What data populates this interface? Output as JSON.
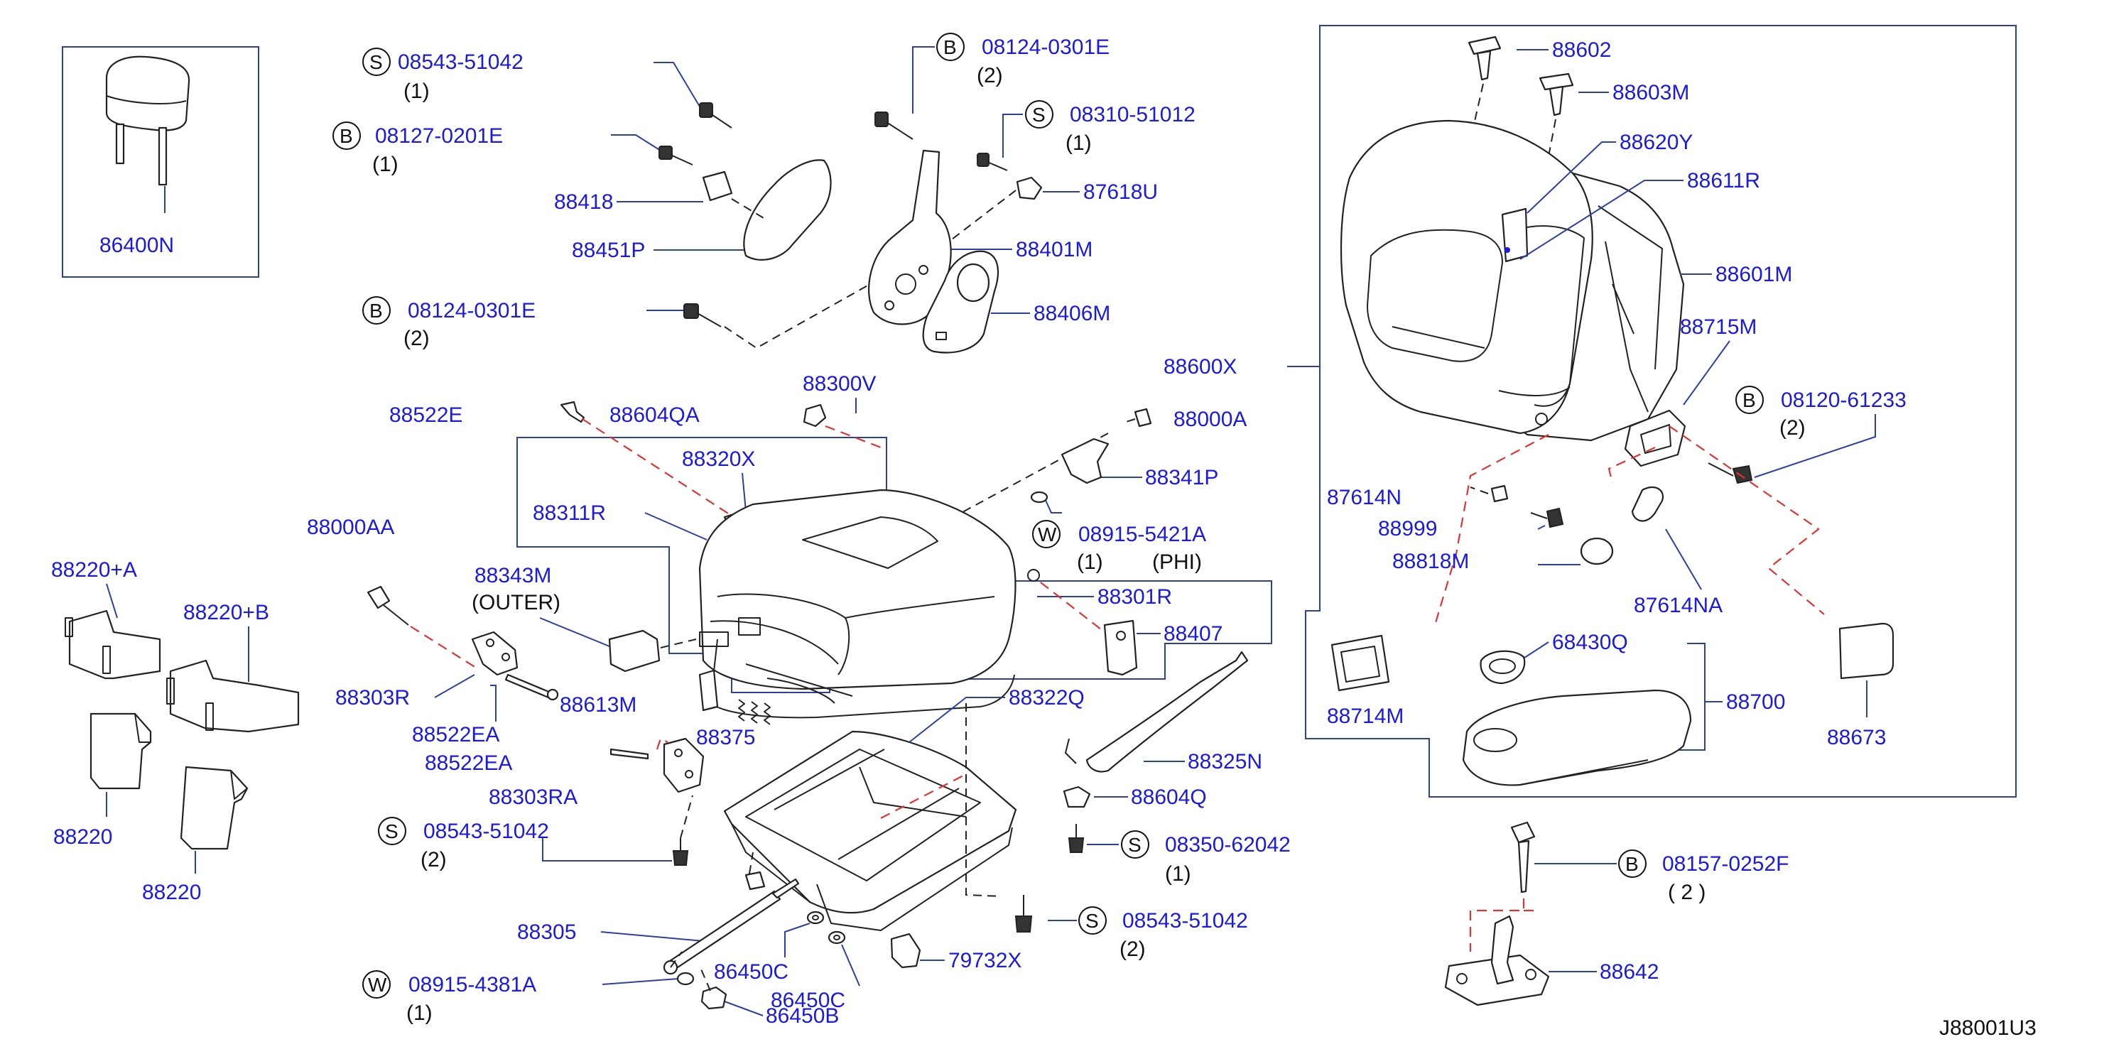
{
  "diagram_code": "J88001U3",
  "colors": {
    "part_number": "#1a1ae0",
    "leader_line": "#2b3fa8",
    "connector_dashed": "#e23333",
    "drawing": "#222222"
  },
  "headrest": {
    "part": "86400N"
  },
  "seat_back_group": {
    "part": "88600X"
  },
  "labels": {
    "s_08543_51042_top": {
      "symbol": "S",
      "part": "08543-51042",
      "qty": "(1)"
    },
    "b_08127_0201E": {
      "symbol": "B",
      "part": "08127-0201E",
      "qty": "(1)"
    },
    "b_08124_0301E_top": {
      "symbol": "B",
      "part": "08124-0301E",
      "qty": "(2)"
    },
    "s_08310_51012": {
      "symbol": "S",
      "part": "08310-51012",
      "qty": "(1)"
    },
    "b_08124_0301E_mid": {
      "symbol": "B",
      "part": "08124-0301E",
      "qty": "(2)"
    },
    "w_08915_5421A": {
      "symbol": "W",
      "part": "08915-5421A",
      "qty": "(1)",
      "note": "(PHI)"
    },
    "s_08543_51042_left": {
      "symbol": "S",
      "part": "08543-51042",
      "qty": "(2)"
    },
    "s_08350_62042": {
      "symbol": "S",
      "part": "08350-62042",
      "qty": "(1)"
    },
    "s_08543_51042_bottom": {
      "symbol": "S",
      "part": "08543-51042",
      "qty": "(2)"
    },
    "w_08915_4381A": {
      "symbol": "W",
      "part": "08915-4381A",
      "qty": "(1)"
    },
    "b_08120_61233": {
      "symbol": "B",
      "part": "08120-61233",
      "qty": "(2)"
    },
    "b_08157_0252F": {
      "symbol": "B",
      "part": "08157-0252F",
      "qty": "( 2 )"
    }
  },
  "parts": {
    "p88418": "88418",
    "p88451P": "88451P",
    "p87618U": "87618U",
    "p88401M": "88401M",
    "p88406M": "88406M",
    "p88522E": "88522E",
    "p88604QA": "88604QA",
    "p88300V": "88300V",
    "p88000A": "88000A",
    "p88320X": "88320X",
    "p88341P": "88341P",
    "p88311R": "88311R",
    "p88000AA": "88000AA",
    "p88343M": "88343M",
    "outer_note": "(OUTER)",
    "p88301R": "88301R",
    "p88407": "88407",
    "p88303R": "88303R",
    "p88613M": "88613M",
    "p88522EA_1": "88522EA",
    "p88522EA_2": "88522EA",
    "p88375": "88375",
    "p88303RA": "88303RA",
    "p88322Q": "88322Q",
    "p88325N": "88325N",
    "p88604Q": "88604Q",
    "p88305": "88305",
    "p86450C_1": "86450C",
    "p86450C_2": "86450C",
    "p79732X": "79732X",
    "p86450B": "86450B",
    "p88220A": "88220+A",
    "p88220B": "88220+B",
    "p88220_1": "88220",
    "p88220_2": "88220",
    "p88602": "88602",
    "p88603M": "88603M",
    "p88620Y": "88620Y",
    "p88611R": "88611R",
    "p88601M": "88601M",
    "p88715M": "88715M",
    "p87614N": "87614N",
    "p88999": "88999",
    "p88818M": "88818M",
    "p87614NA": "87614NA",
    "p68430Q": "68430Q",
    "p88700": "88700",
    "p88714M": "88714M",
    "p88673": "88673",
    "p88642": "88642"
  }
}
